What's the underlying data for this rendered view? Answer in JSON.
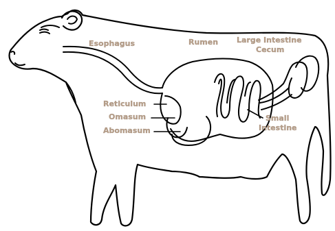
{
  "labels": {
    "esophagus": "Esophagus",
    "rumen": "Rumen",
    "large_intestine": "Large Intestine",
    "cecum": "Cecum",
    "reticulum": "Reticulum",
    "omasum": "Omasum",
    "abomasum": "Abomasum",
    "small_intestine_line1": "Small",
    "small_intestine_line2": "Intestine"
  },
  "colors": {
    "outline": "#000000",
    "label_text": "#b79f8a",
    "background": "#ffffff"
  }
}
